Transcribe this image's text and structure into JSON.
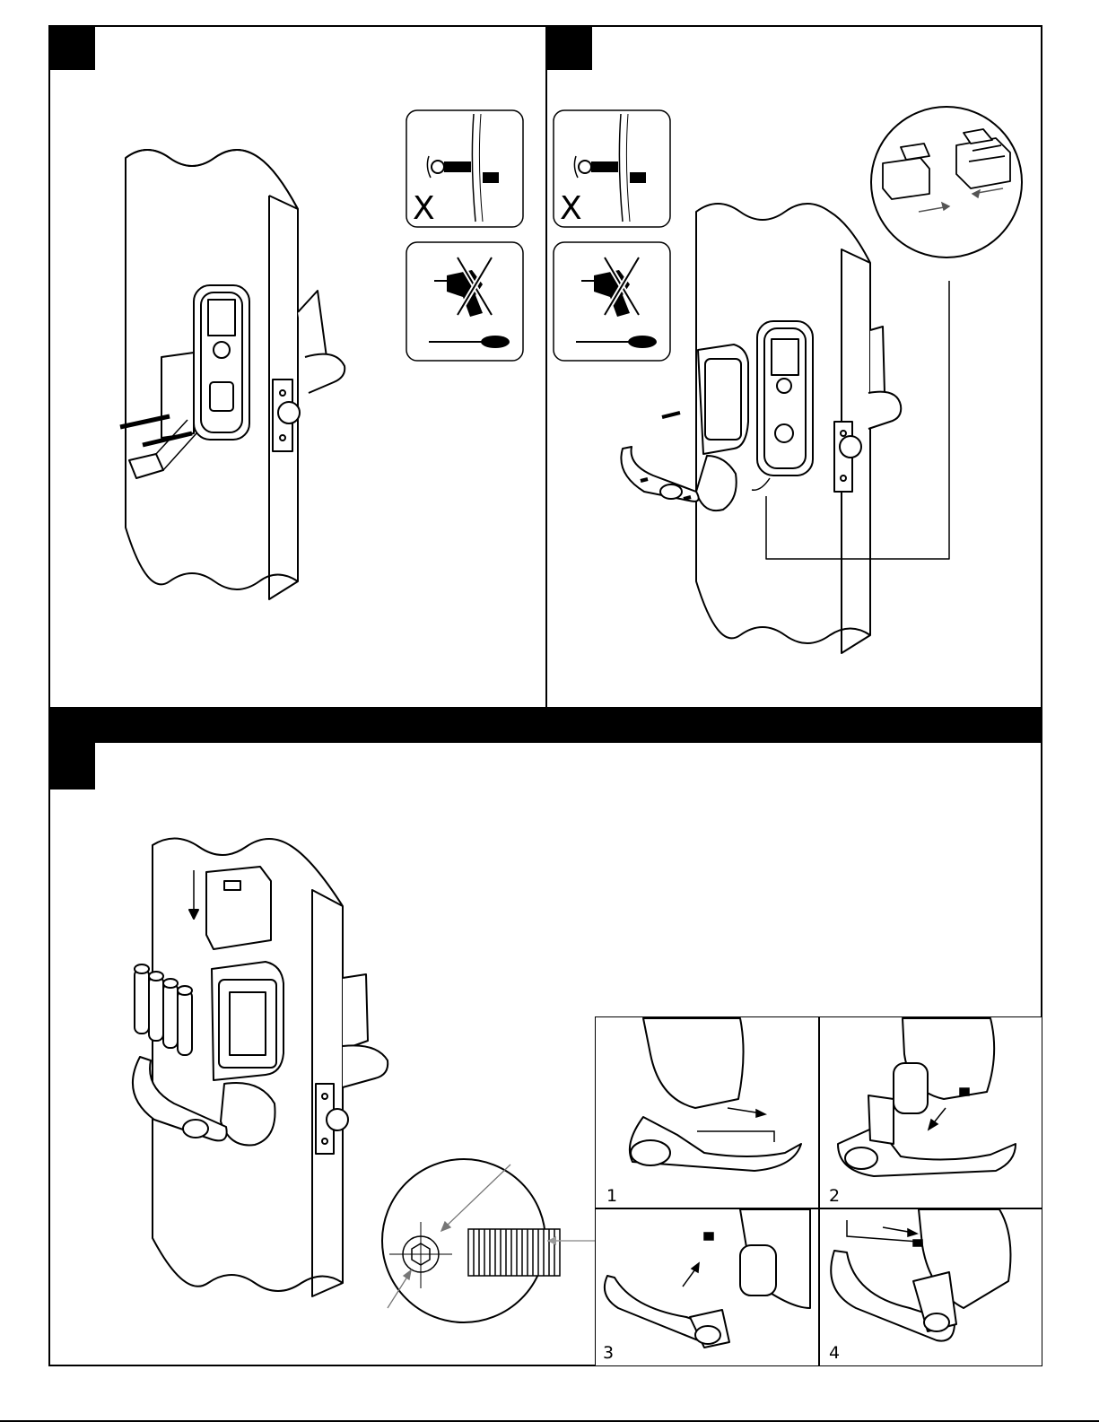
{
  "page": {
    "background": "#ffffff",
    "ink": "#000000"
  },
  "panels": {
    "top_left": {
      "callouts": {
        "do_not_use_hammer": {
          "mark": "X",
          "icon": "bolt-hammer-icon"
        },
        "tools": {
          "drill_icon": "crossed-drill-icon",
          "screwdriver_icon": "screwdriver-icon"
        }
      }
    },
    "top_right": {
      "callouts": {
        "do_not_use_hammer": {
          "mark": "X",
          "icon": "bolt-hammer-icon"
        },
        "tools": {
          "drill_icon": "crossed-drill-icon",
          "screwdriver_icon": "screwdriver-icon"
        }
      },
      "detail_icon": "connector-plug-icon"
    },
    "bottom": {
      "battery_count": 4,
      "detail_icon": "set-screw-hex-icon",
      "subpanels": [
        {
          "label": "1"
        },
        {
          "label": "2"
        },
        {
          "label": "3"
        },
        {
          "label": "4"
        }
      ]
    }
  }
}
